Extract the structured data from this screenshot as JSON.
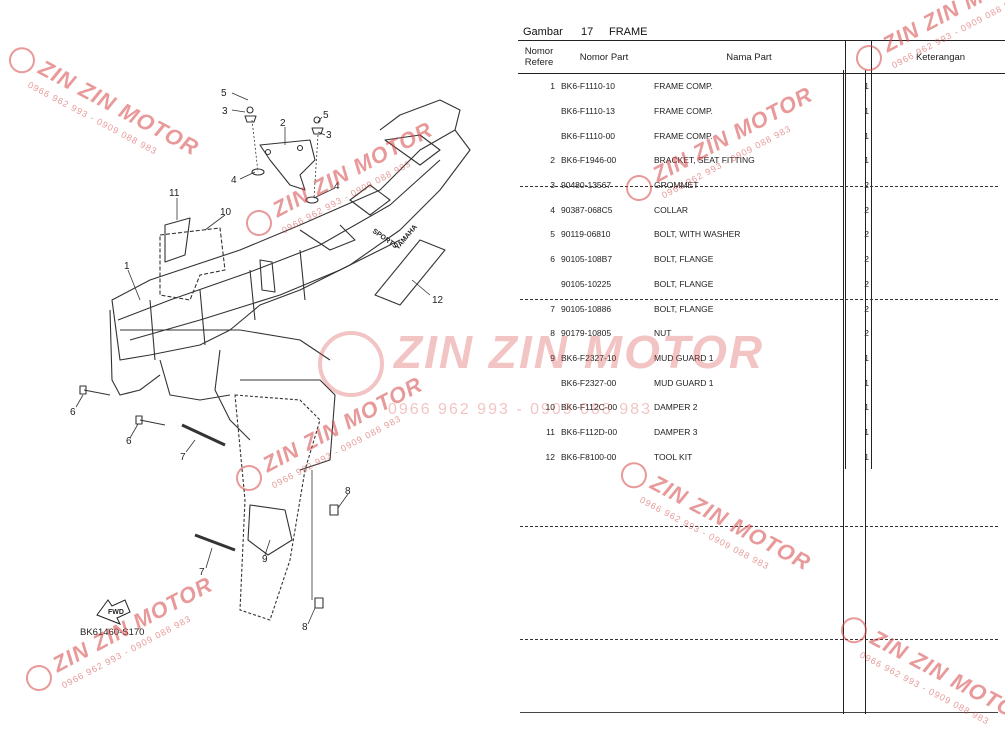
{
  "diagram": {
    "code": "BK61460-S170",
    "fwd_label": "FWD",
    "decal_text": "YAMAHA",
    "frame_text": "SPORTS",
    "callouts": [
      {
        "label": "5"
      },
      {
        "label": "3"
      },
      {
        "label": "2"
      },
      {
        "label": "5"
      },
      {
        "label": "3"
      },
      {
        "label": "4"
      },
      {
        "label": "4"
      },
      {
        "label": "11"
      },
      {
        "label": "10"
      },
      {
        "label": "1"
      },
      {
        "label": "12"
      },
      {
        "label": "6"
      },
      {
        "label": "6"
      },
      {
        "label": "7"
      },
      {
        "label": "8"
      },
      {
        "label": "9"
      },
      {
        "label": "7"
      },
      {
        "label": "8"
      }
    ]
  },
  "sheet": {
    "title_label": "Gambar",
    "title_number": "17",
    "title_name": "FRAME"
  },
  "table": {
    "headers": {
      "ref": "Nomor Refere",
      "part": "Nomor Part",
      "name": "Nama Part",
      "qty": "",
      "note": "Keterangan"
    },
    "rows": [
      {
        "ref": "1",
        "part": "BK6-F1110-10",
        "name": "FRAME COMP.",
        "qty": "1",
        "note": ""
      },
      {
        "ref": "",
        "part": "BK6-F1110-13",
        "name": "FRAME COMP.",
        "qty": "1",
        "note": ""
      },
      {
        "ref": "",
        "part": "BK6-F1110-00",
        "name": "FRAME COMP.",
        "qty": "1",
        "note": ""
      },
      {
        "ref": "2",
        "part": "BK6-F1946-00",
        "name": "BRACKET, SEAT FITTING",
        "qty": "1",
        "note": ""
      },
      {
        "ref": "3",
        "part": "90480-13567",
        "name": "GROMMET",
        "qty": "2",
        "note": ""
      },
      {
        "ref": "4",
        "part": "90387-068C5",
        "name": "COLLAR",
        "qty": "2",
        "note": ""
      },
      {
        "ref": "5",
        "part": "90119-06810",
        "name": "BOLT, WITH WASHER",
        "qty": "2",
        "note": ""
      },
      {
        "ref": "6",
        "part": "90105-108B7",
        "name": "BOLT, FLANGE",
        "qty": "2",
        "note": ""
      },
      {
        "ref": "",
        "part": "90105-10225",
        "name": "BOLT, FLANGE",
        "qty": "2",
        "note": ""
      },
      {
        "ref": "7",
        "part": "90105-10886",
        "name": "BOLT, FLANGE",
        "qty": "2",
        "note": ""
      },
      {
        "ref": "8",
        "part": "90179-10805",
        "name": "NUT",
        "qty": "2",
        "note": ""
      },
      {
        "ref": "9",
        "part": "BK6-F2327-10",
        "name": "MUD GUARD 1",
        "qty": "1",
        "note": ""
      },
      {
        "ref": "",
        "part": "BK6-F2327-00",
        "name": "MUD GUARD 1",
        "qty": "1",
        "note": ""
      },
      {
        "ref": "10",
        "part": "BK6-F112C-00",
        "name": "DAMPER 2",
        "qty": "1",
        "note": ""
      },
      {
        "ref": "11",
        "part": "BK6-F112D-00",
        "name": "DAMPER 3",
        "qty": "1",
        "note": ""
      },
      {
        "ref": "12",
        "part": "BK6-F8100-00",
        "name": "TOOL KIT",
        "qty": "1",
        "note": ""
      }
    ]
  },
  "watermark": {
    "brand": "ZIN ZIN MOTOR",
    "phone": "0966 962 993 - 0909 088 983"
  }
}
